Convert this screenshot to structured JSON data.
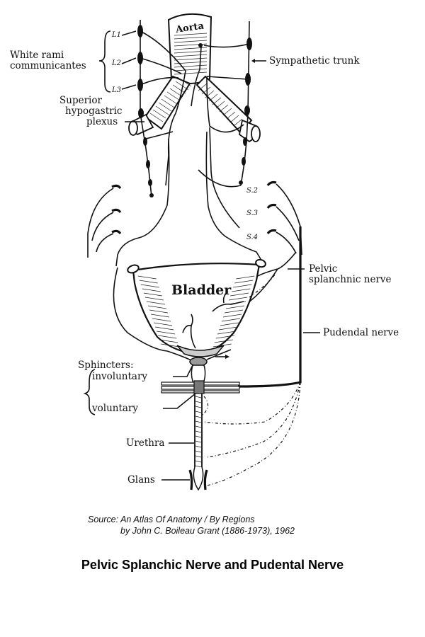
{
  "labels": {
    "aorta": "Aorta",
    "white_rami": [
      "White rami",
      "communicantes"
    ],
    "l1": "L1",
    "l2": "L2",
    "l3": "L3",
    "sympathetic_trunk": "Sympathetic trunk",
    "superior_hypogastric": [
      "Superior",
      "hypogastric",
      "plexus"
    ],
    "s2": "S.2",
    "s3": "S.3",
    "s4": "S.4",
    "pelvic_splanchnic": [
      "Pelvic",
      "splanchnic nerve"
    ],
    "bladder": "Bladder",
    "pudendal": "Pudendal nerve",
    "sphincters": "Sphincters:",
    "involuntary": "involuntary",
    "voluntary": "voluntary",
    "urethra": "Urethra",
    "glans": "Glans"
  },
  "source": {
    "line1": "Source:  An Atlas Of Anatomy / By Regions",
    "line2": "by John C. Boileau Grant (1886-1973), 1962"
  },
  "title": "Pelvic Splanchic Nerve and Pudental Nerve"
}
